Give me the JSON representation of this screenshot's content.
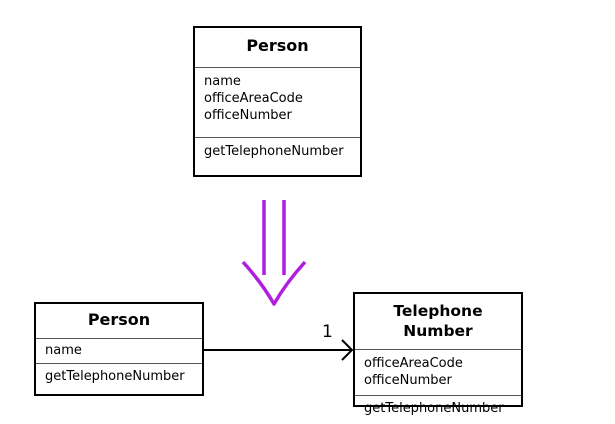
{
  "colors": {
    "refactor_arrow": "#b01ee0",
    "border": "#000000"
  },
  "before": {
    "person": {
      "name": "Person",
      "attributes": [
        "name",
        "officeAreaCode",
        "officeNumber"
      ],
      "operations": [
        "getTelephoneNumber"
      ]
    }
  },
  "after": {
    "person": {
      "name": "Person",
      "attributes": [
        "name"
      ],
      "operations": [
        "getTelephoneNumber"
      ]
    },
    "telephone_number": {
      "name": "Telephone Number",
      "attributes": [
        "officeAreaCode",
        "officeNumber"
      ],
      "operations": [
        "getTelephoneNumber"
      ]
    },
    "association": {
      "multiplicity": "1"
    }
  }
}
